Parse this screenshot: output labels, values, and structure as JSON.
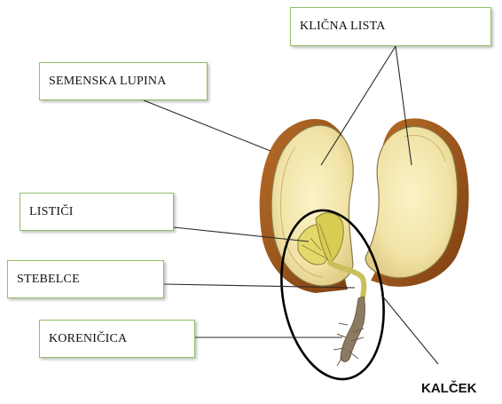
{
  "labels": {
    "klicna_lista": "KLIČNA LISTA",
    "semenska_lupina": "SEMENSKA LUPINA",
    "listici": "LISTIČI",
    "stebelce": "STEBELCE",
    "korenicica": "KORENIČICA",
    "kalcek": "KALČEK"
  },
  "colors": {
    "seed_coat": "#a05a1e",
    "cotyledon": "#f3e7b0",
    "cotyledon_edge": "#8a7a4a",
    "leaflets": "#e3d86a",
    "root": "#8c7a63",
    "label_border": "#8fbf6a",
    "leader_line": "#2a2a2a"
  }
}
